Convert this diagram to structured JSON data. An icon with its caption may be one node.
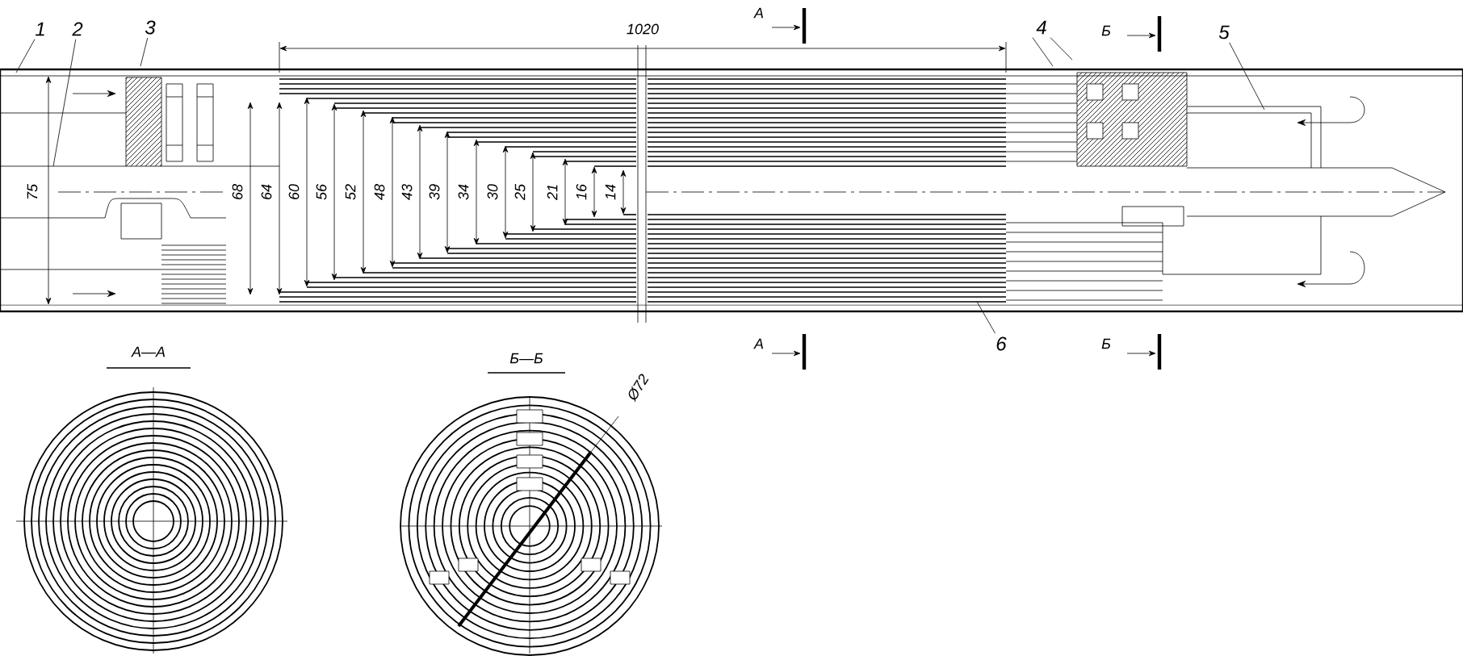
{
  "diagram": {
    "nodes": [
      {
        "text": [
          "1"
        ]
      },
      {
        "text": [
          "2"
        ]
      },
      {
        "text": [
          "3"
        ]
      },
      {
        "text": [
          "4"
        ]
      },
      {
        "text": [
          "5"
        ]
      },
      {
        "text": [
          "6"
        ]
      }
    ],
    "edges": [
      {
        "from": 0,
        "to": null,
        "arrow": "none"
      },
      {
        "from": 1,
        "to": null,
        "arrow": "none"
      },
      {
        "from": 2,
        "to": null,
        "arrow": "none"
      },
      {
        "from": 3,
        "to": null,
        "arrow": "none"
      },
      {
        "from": 3,
        "to": null,
        "arrow": "none"
      },
      {
        "from": 4,
        "to": null,
        "arrow": "none"
      },
      {
        "from": 5,
        "to": null,
        "arrow": "none"
      }
    ],
    "labels": [
      "А",
      "1020",
      "Б",
      "75",
      "68",
      "64",
      "60",
      "56",
      "52",
      "48",
      "43",
      "39",
      "34",
      "30",
      "25",
      "21",
      "16",
      "14",
      "А",
      "Б",
      "А—А",
      "Б—Б",
      "Ø72"
    ]
  }
}
